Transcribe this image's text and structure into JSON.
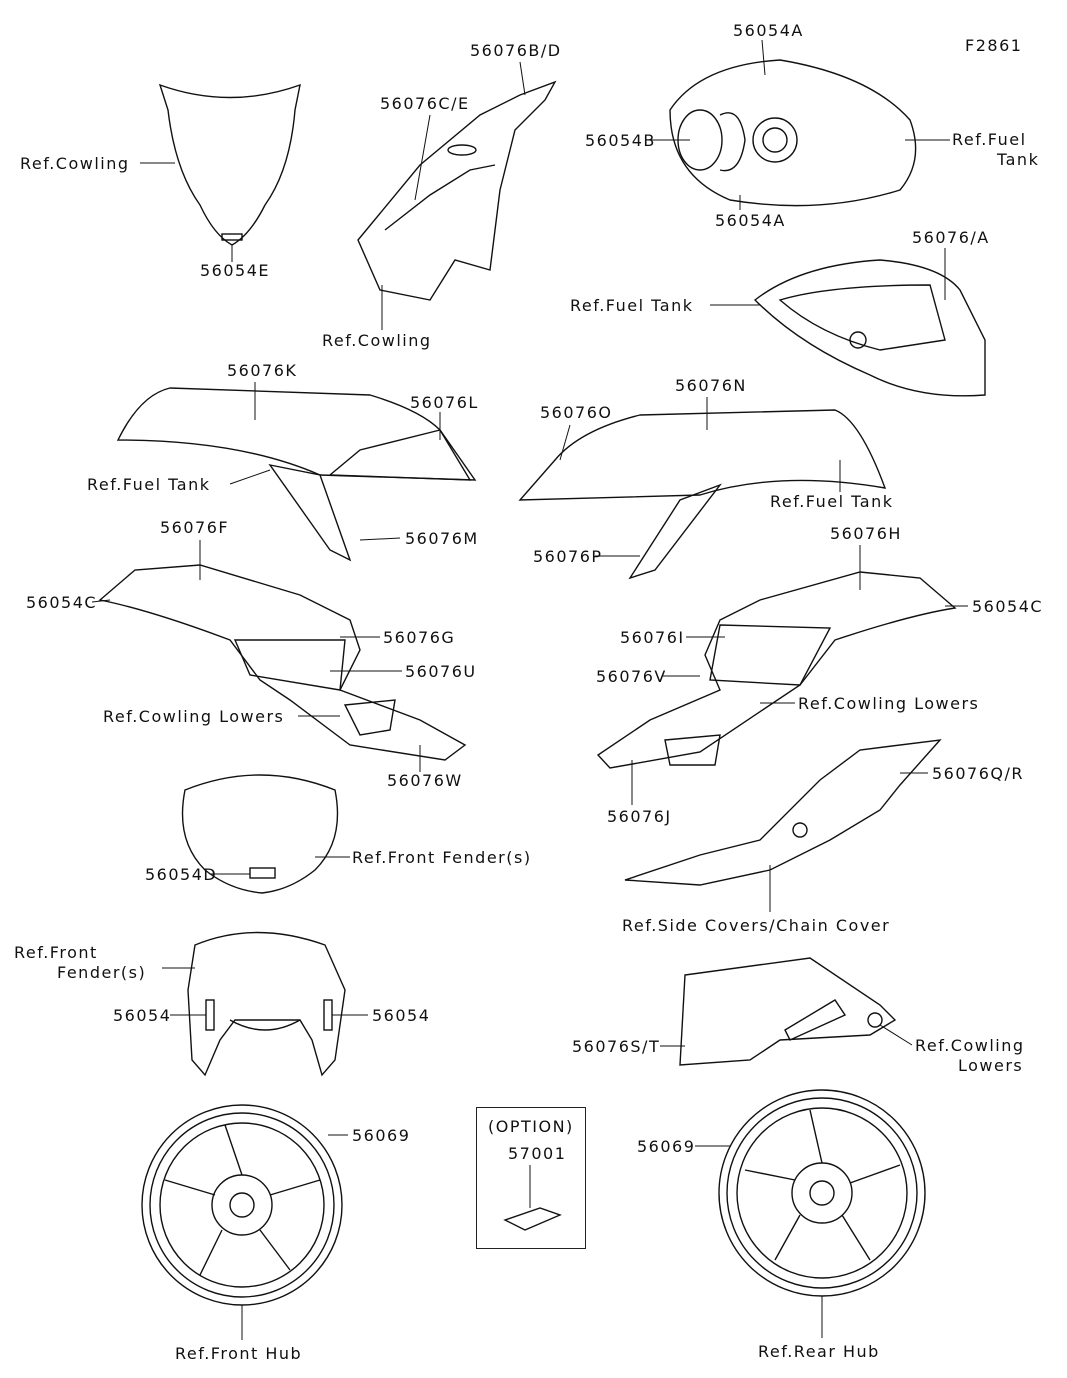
{
  "figure_code": "F2861",
  "labels": [
    "56054A",
    "56054B",
    "Ref.Fuel",
    "Tank",
    "56054A",
    "56076B/D",
    "56076C/E",
    "Ref.Cowling",
    "56054E",
    "Ref.Cowling",
    "56076/A",
    "Ref.Fuel Tank",
    "56076K",
    "56076L",
    "Ref.Fuel Tank",
    "56076M",
    "56076O",
    "56076N",
    "Ref.Fuel Tank",
    "56076P",
    "56076F",
    "56054C",
    "56076G",
    "56076U",
    "Ref.Cowling Lowers",
    "56076W",
    "56076H",
    "56054C",
    "56076I",
    "56076V",
    "Ref.Cowling Lowers",
    "56076J",
    "56076Q/R",
    "Ref.Front Fender(s)",
    "56054D",
    "Ref.Side Covers/Chain Cover",
    "Ref.Front",
    "Fender(s)",
    "56054",
    "56054",
    "56076S/T",
    "Ref.Cowling",
    "Lowers",
    "56069",
    "(OPTION)",
    "57001",
    "56069",
    "Ref.Front Hub",
    "Ref.Rear Hub"
  ]
}
